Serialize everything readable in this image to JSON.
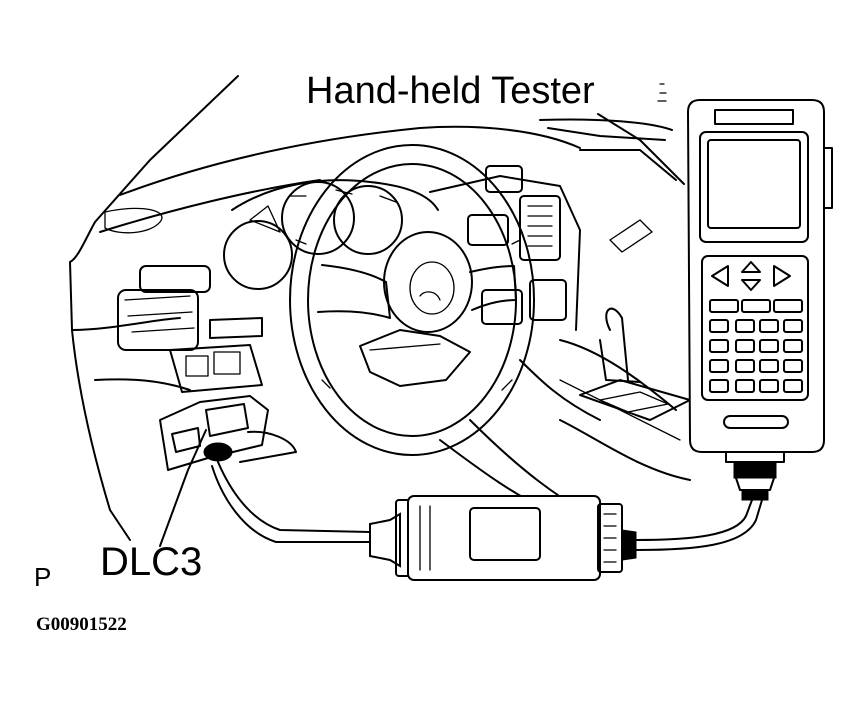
{
  "labels": {
    "tester": "Hand-held Tester",
    "connector": "DLC3",
    "view_marker": "P",
    "figure_code": "G00901522"
  },
  "colors": {
    "line": "#000000",
    "background": "#ffffff"
  }
}
